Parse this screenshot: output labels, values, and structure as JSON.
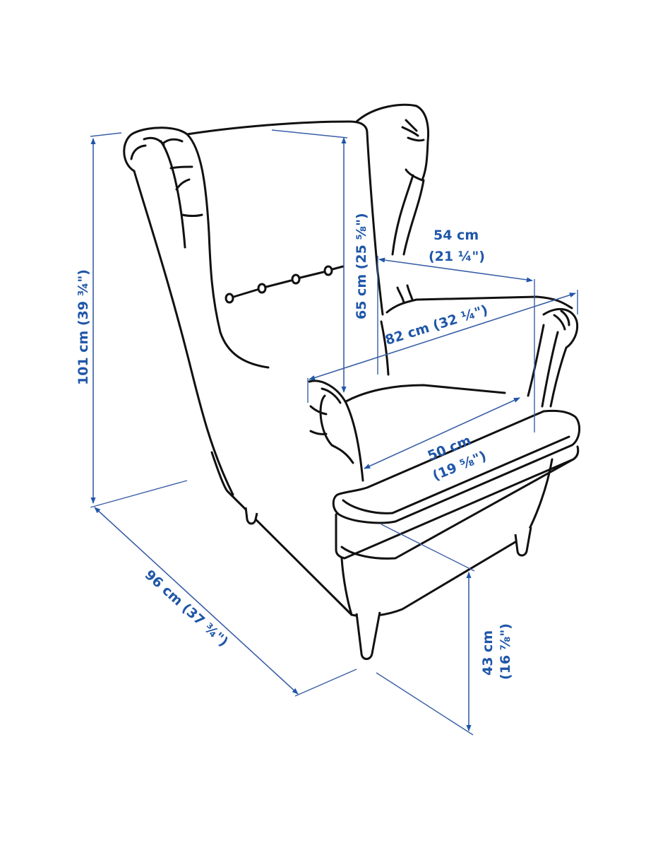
{
  "diagram": {
    "subject": "Wingback armchair dimension drawing",
    "colors": {
      "line": "#111111",
      "dimension": "#1f56a8",
      "background": "#ffffff"
    },
    "dimensions": {
      "total_height": {
        "cm": "101 cm",
        "inch": "(39 ¾\")",
        "label": "101 cm (39 ¾\")"
      },
      "backrest_height": {
        "cm": "65 cm",
        "inch": "(25 ⅝\")",
        "label": "65 cm (25 ⅝\")"
      },
      "seat_width": {
        "cm": "54 cm",
        "inch": "(21 ¼\")"
      },
      "total_width": {
        "cm": "82 cm",
        "inch": "(32 ¼\")",
        "label": "82 cm (32 ¼\")"
      },
      "seat_depth": {
        "cm": "50 cm",
        "inch": "(19 ⅝\")"
      },
      "total_depth": {
        "cm": "96 cm",
        "inch": "(37 ¾\")",
        "label": "96 cm (37 ¾\")"
      },
      "seat_height": {
        "cm": "43 cm",
        "inch": "(16 ⅞\")"
      }
    }
  }
}
